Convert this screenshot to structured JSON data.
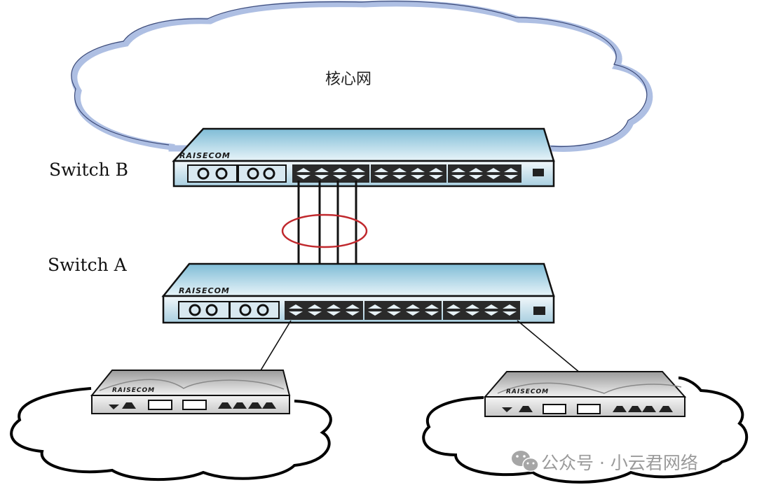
{
  "diagram": {
    "core_network": {
      "label": "核心网"
    },
    "switch_b": {
      "label": "Switch B",
      "brand": "RAISECOM"
    },
    "switch_a": {
      "label": "Switch A",
      "brand": "RAISECOM"
    },
    "link_aggregation": {
      "link_count": 4,
      "marker_color": "#c0282d"
    },
    "access_devices": [
      {
        "id": "left",
        "brand": "RAISECOM"
      },
      {
        "id": "right",
        "brand": "RAISECOM"
      }
    ],
    "colors": {
      "core_cloud_outline": "#aebfe3",
      "switch_body": "#a8d4e6",
      "link_line": "#111111"
    }
  },
  "watermark": {
    "text": "公众号 · 小云君网络",
    "icon": "wechat-icon"
  }
}
